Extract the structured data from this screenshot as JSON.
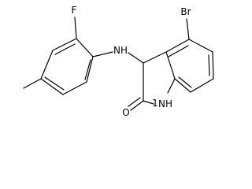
{
  "structure": {
    "atoms": {
      "bromine": "Br",
      "fluorine": "F",
      "amine": "NH",
      "ring_nh": "NH",
      "ring_nh_number": "1",
      "carbonyl_oxygen": "O"
    }
  }
}
